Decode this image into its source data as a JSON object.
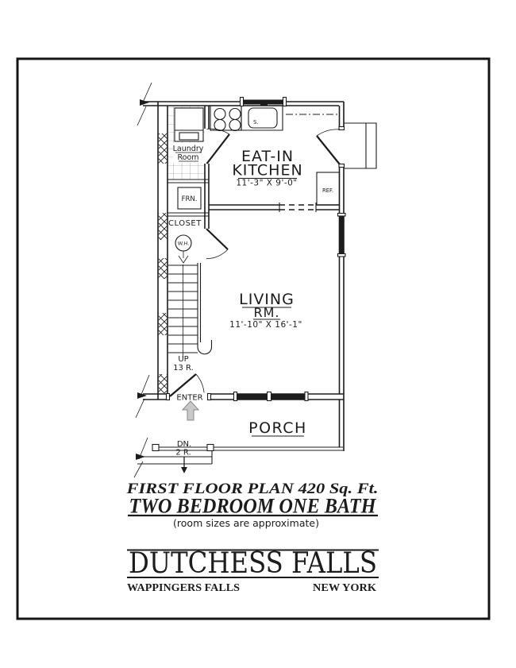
{
  "colors": {
    "ink": "#1c1c1c",
    "paper": "#ffffff",
    "arrow_fill": "#c9c9c9",
    "arrow_stroke": "#888888",
    "window_glass": "#1c1c1c"
  },
  "plan": {
    "rooms": {
      "laundry": {
        "line1": "Laundry",
        "line2": "Room"
      },
      "kitchen": {
        "line1": "EAT-IN",
        "line2": "KITCHEN",
        "dims": "11'-3\" X 9'-0\""
      },
      "living": {
        "line1": "LIVING",
        "line2": "RM.",
        "dims": "11'-10\" X 16'-1\""
      },
      "closet": {
        "label": "CLOSET"
      },
      "porch": {
        "label": "PORCH"
      }
    },
    "fixtures": {
      "furnace": "FRN.",
      "water_heater": "W.H.",
      "refrigerator": "REF.",
      "sink": "S."
    },
    "stairs": {
      "direction": "UP",
      "risers": "13 R."
    },
    "entry": {
      "label": "ENTER"
    },
    "porch_steps": {
      "direction": "DN.",
      "risers": "2 R."
    }
  },
  "title_block": {
    "plan_title": "FIRST FLOOR PLAN 420 Sq. Ft.",
    "subtitle": "TWO BEDROOM ONE BATH",
    "note": "(room sizes are approximate)",
    "development": "DUTCHESS FALLS",
    "city": "WAPPINGERS FALLS",
    "state": "NEW YORK"
  }
}
